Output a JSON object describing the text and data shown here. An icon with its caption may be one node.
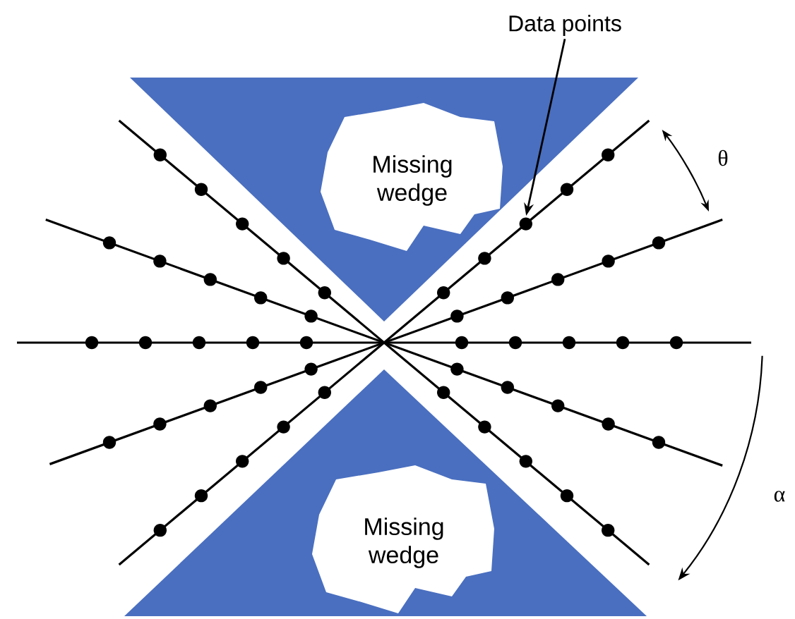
{
  "diagram": {
    "nodes": [
      {
        "text": [
          "Missing wedge"
        ]
      },
      {
        "text": [
          "Missing wedge"
        ]
      },
      {
        "text": [
          "Data points"
        ]
      },
      {
        "text": [],
        "shape": "circle"
      }
    ],
    "edges": [
      {
        "from": 2,
        "to": 3,
        "arrow": "to"
      }
    ],
    "labels": [
      "θ",
      "α"
    ]
  }
}
